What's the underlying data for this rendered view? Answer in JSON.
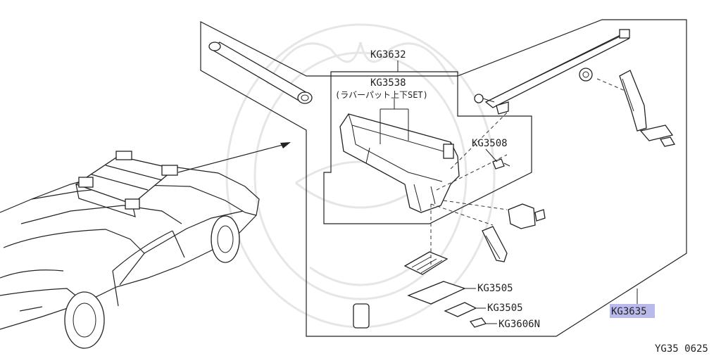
{
  "labels": {
    "kg3632": "KG3632",
    "kg3538": "KG3538",
    "kg3538_note": "(ラバーパット上下SET)",
    "kg3508": "KG3508",
    "kg3505_a": "KG3505",
    "kg3505_b": "KG3505",
    "kg3606n": "KG3606N",
    "kg3635": "KG3635"
  },
  "footer_code": "YG35 0625",
  "colors": {
    "line": "#222222",
    "highlight": "#b9b9ec",
    "watermark": "#e6e6e6"
  }
}
